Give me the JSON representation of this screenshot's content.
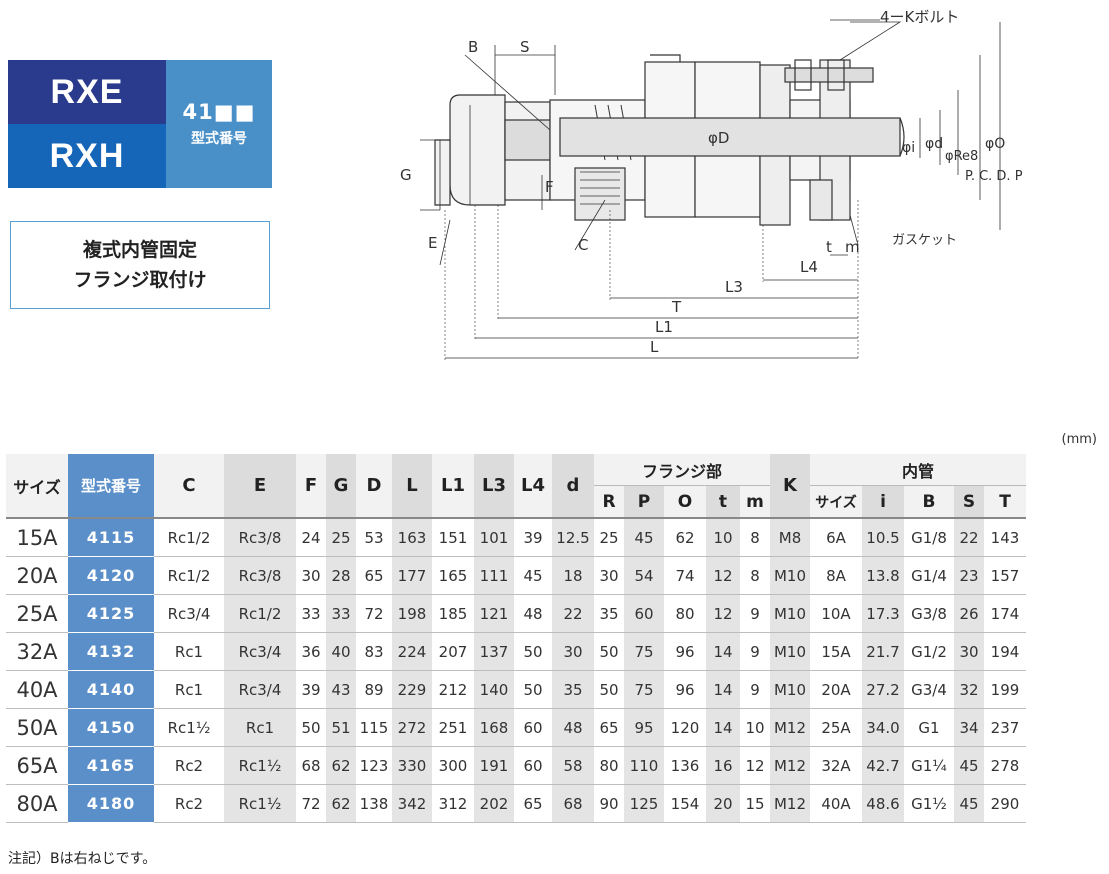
{
  "badge": {
    "series1": "RXE",
    "series2": "RXH",
    "code": "41■■",
    "code_label": "型式番号",
    "colors": {
      "rxe": "#2a3a8c",
      "rxh": "#1565b8",
      "code": "#4a90c8"
    }
  },
  "type_box": {
    "line1": "複式内管固定",
    "line2": "フランジ取付け"
  },
  "drawing": {
    "labels": {
      "B": "B",
      "S": "S",
      "bolt": "4ーKボルト",
      "G": "G",
      "F": "F",
      "E": "E",
      "C": "C",
      "phiD": "φD",
      "phi_i": "φi",
      "phi_d": "φd",
      "phi_re8": "φRe8",
      "pcd": "P. C. D. P",
      "phiO": "φO",
      "t": "t",
      "m": "m",
      "gasket": "ガスケット",
      "L4": "L4",
      "L3": "L3",
      "T": "T",
      "L1": "L1",
      "L": "L"
    }
  },
  "units": "(mm)",
  "table": {
    "headers": {
      "size": "サイズ",
      "model": "型式番号",
      "C": "C",
      "E": "E",
      "F": "F",
      "G": "G",
      "D": "D",
      "L": "L",
      "L1": "L1",
      "L3": "L3",
      "L4": "L4",
      "d": "d",
      "flange_group": "フランジ部",
      "R": "R",
      "P": "P",
      "O": "O",
      "t": "t",
      "m": "m",
      "K": "K",
      "inner_group": "内管",
      "inner_size": "サイズ",
      "i": "i",
      "B": "B",
      "S": "S",
      "T": "T"
    },
    "rows": [
      [
        "15A",
        "4115",
        "Rc1/2",
        "Rc3/8",
        "24",
        "25",
        "53",
        "163",
        "151",
        "101",
        "39",
        "12.5",
        "25",
        "45",
        "62",
        "10",
        "8",
        "M8",
        "6A",
        "10.5",
        "G1/8",
        "22",
        "143"
      ],
      [
        "20A",
        "4120",
        "Rc1/2",
        "Rc3/8",
        "30",
        "28",
        "65",
        "177",
        "165",
        "111",
        "45",
        "18",
        "30",
        "54",
        "74",
        "12",
        "8",
        "M10",
        "8A",
        "13.8",
        "G1/4",
        "23",
        "157"
      ],
      [
        "25A",
        "4125",
        "Rc3/4",
        "Rc1/2",
        "33",
        "33",
        "72",
        "198",
        "185",
        "121",
        "48",
        "22",
        "35",
        "60",
        "80",
        "12",
        "9",
        "M10",
        "10A",
        "17.3",
        "G3/8",
        "26",
        "174"
      ],
      [
        "32A",
        "4132",
        "Rc1",
        "Rc3/4",
        "36",
        "40",
        "83",
        "224",
        "207",
        "137",
        "50",
        "30",
        "50",
        "75",
        "96",
        "14",
        "9",
        "M10",
        "15A",
        "21.7",
        "G1/2",
        "30",
        "194"
      ],
      [
        "40A",
        "4140",
        "Rc1",
        "Rc3/4",
        "39",
        "43",
        "89",
        "229",
        "212",
        "140",
        "50",
        "35",
        "50",
        "75",
        "96",
        "14",
        "9",
        "M10",
        "20A",
        "27.2",
        "G3/4",
        "32",
        "199"
      ],
      [
        "50A",
        "4150",
        "Rc1½",
        "Rc1",
        "50",
        "51",
        "115",
        "272",
        "251",
        "168",
        "60",
        "48",
        "65",
        "95",
        "120",
        "14",
        "10",
        "M12",
        "25A",
        "34.0",
        "G1",
        "34",
        "237"
      ],
      [
        "65A",
        "4165",
        "Rc2",
        "Rc1½",
        "68",
        "62",
        "123",
        "330",
        "300",
        "191",
        "60",
        "58",
        "80",
        "110",
        "136",
        "16",
        "12",
        "M12",
        "32A",
        "42.7",
        "G1¼",
        "45",
        "278"
      ],
      [
        "80A",
        "4180",
        "Rc2",
        "Rc1½",
        "72",
        "62",
        "138",
        "342",
        "312",
        "202",
        "65",
        "68",
        "90",
        "125",
        "154",
        "20",
        "15",
        "M12",
        "40A",
        "48.6",
        "G1½",
        "45",
        "290"
      ]
    ]
  },
  "note": "注記）Bは右ねじです。"
}
